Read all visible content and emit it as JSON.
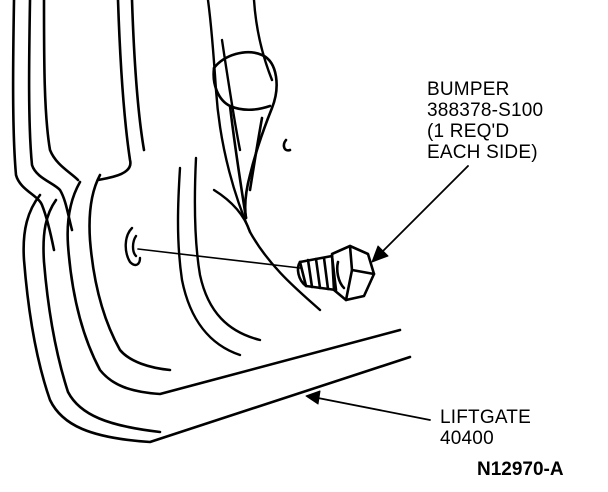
{
  "callouts": {
    "bumper": {
      "lines": [
        "BUMPER",
        "388378-S100",
        "(1 REQ'D",
        "EACH SIDE)"
      ]
    },
    "liftgate": {
      "lines": [
        "LIFTGATE",
        "40400"
      ]
    }
  },
  "figure_code": "N12970-A",
  "colors": {
    "ink": "#000000",
    "background": "#ffffff"
  }
}
